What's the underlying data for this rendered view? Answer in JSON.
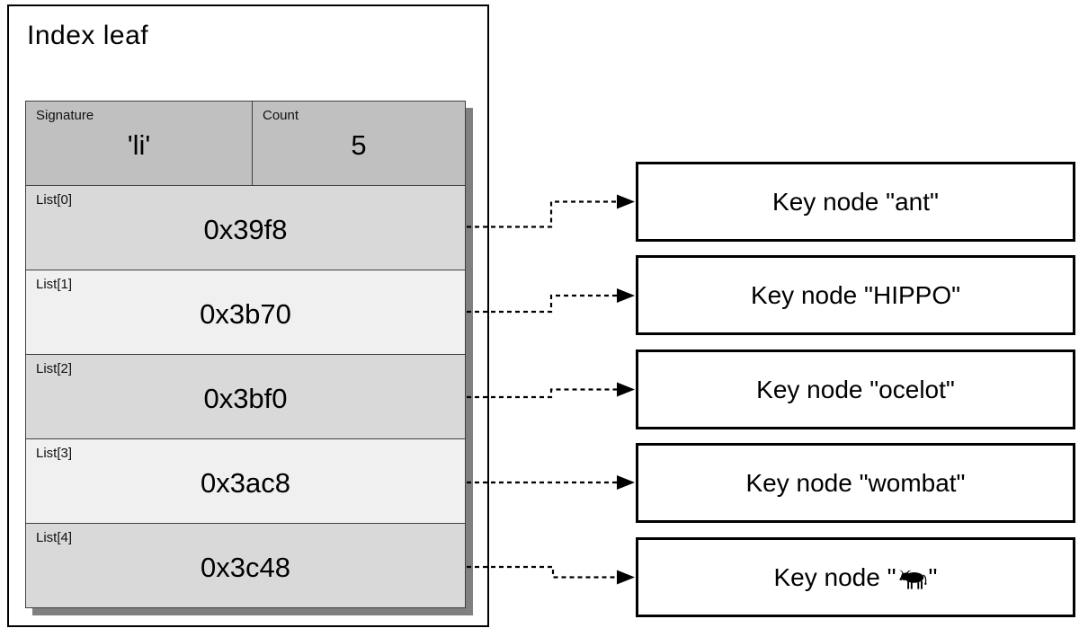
{
  "diagram": {
    "title": "Index leaf",
    "table": {
      "header": [
        {
          "label": "Signature",
          "value": "'li'"
        },
        {
          "label": "Count",
          "value": "5"
        }
      ],
      "rows": [
        {
          "label": "List[0]",
          "value": "0x39f8"
        },
        {
          "label": "List[1]",
          "value": "0x3b70"
        },
        {
          "label": "List[2]",
          "value": "0x3bf0"
        },
        {
          "label": "List[3]",
          "value": "0x3ac8"
        },
        {
          "label": "List[4]",
          "value": "0x3c48"
        }
      ]
    },
    "key_nodes": [
      {
        "label": "Key node \"ant\""
      },
      {
        "label": "Key node \"HIPPO\""
      },
      {
        "label": "Key node \"ocelot\""
      },
      {
        "label": "Key node \"wombat\""
      },
      {
        "prefix": "Key node \"",
        "icon": "cow-icon",
        "suffix": "\""
      }
    ],
    "edges": [
      {
        "from": "List[0]",
        "to": "Key node \"ant\""
      },
      {
        "from": "List[1]",
        "to": "Key node \"HIPPO\""
      },
      {
        "from": "List[2]",
        "to": "Key node \"ocelot\""
      },
      {
        "from": "List[3]",
        "to": "Key node \"wombat\""
      },
      {
        "from": "List[4]",
        "to": "Key node \"cow\""
      }
    ],
    "colors": {
      "header_bg": "#c0c0c0",
      "row_dark_bg": "#d9d9d9",
      "row_light_bg": "#f0f0f0",
      "table_shadow": "#808080",
      "line": "#000000"
    }
  }
}
